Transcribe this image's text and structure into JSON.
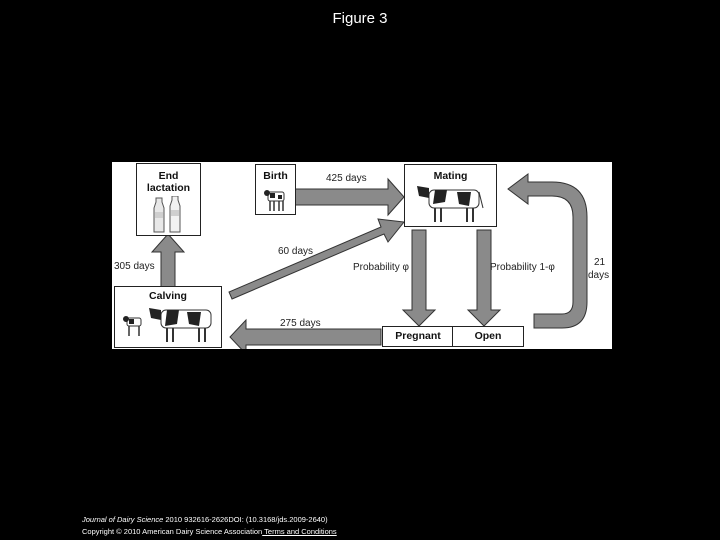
{
  "slide": {
    "title": "Figure 3"
  },
  "diagram": {
    "nodes": {
      "end_lactation": {
        "line1": "End",
        "line2": "lactation"
      },
      "birth": "Birth",
      "mating": "Mating",
      "calving": "Calving",
      "pregnant": "Pregnant",
      "open": "Open"
    },
    "edges": {
      "birth_to_mating": "425 days",
      "calving_to_end_lactation": "305 days",
      "calving_to_mating": "60 days",
      "mating_to_pregnant": "Probability φ",
      "mating_to_open": "Probability 1-φ",
      "open_to_mating_line1": "21",
      "open_to_mating_line2": "days",
      "pregnant_to_calving": "275 days"
    },
    "icons": [
      "milk-bottles-icon",
      "calf-icon",
      "cow-icon",
      "cow-with-calf-icon"
    ]
  },
  "footer": {
    "journal": "Journal of Dairy Science",
    "citation": " 2010 932616-2626DOI: (10.3168/jds.2009-2640)",
    "copyright": "Copyright © 2010 American Dairy Science Association",
    "link": " Terms and Conditions"
  }
}
